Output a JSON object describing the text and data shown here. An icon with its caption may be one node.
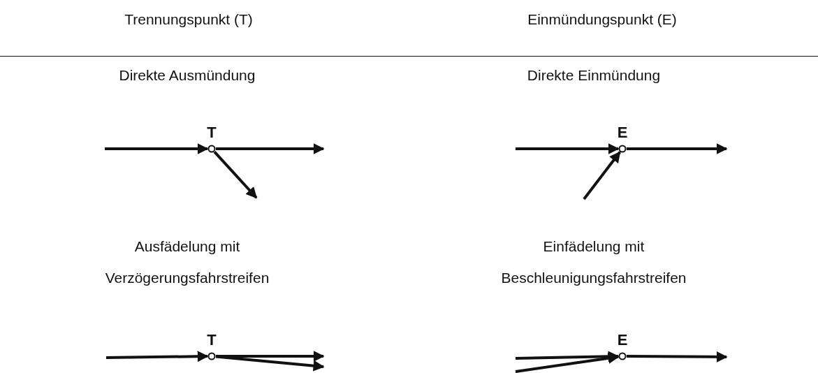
{
  "diagram": {
    "nodes": [
      {
        "text": [],
        "shape": "circle",
        "beside": [
          "T"
        ]
      },
      {
        "text": [],
        "shape": "circle",
        "beside": [
          "E"
        ]
      },
      {
        "text": [],
        "shape": "circle",
        "beside": [
          "T"
        ]
      },
      {
        "text": [],
        "shape": "circle",
        "beside": [
          "E"
        ]
      }
    ],
    "edges": [
      {
        "from": null,
        "to": 0,
        "arrow": "to"
      },
      {
        "from": 0,
        "to": null,
        "arrow": "to"
      },
      {
        "from": 0,
        "to": null,
        "arrow": "to"
      },
      {
        "from": null,
        "to": 1,
        "arrow": "to"
      },
      {
        "from": null,
        "to": 1,
        "arrow": "to"
      },
      {
        "from": 1,
        "to": null,
        "arrow": "to"
      },
      {
        "from": null,
        "to": 2,
        "arrow": "to"
      },
      {
        "from": 2,
        "to": null,
        "arrow": "to"
      },
      {
        "from": 2,
        "to": null,
        "arrow": "to"
      },
      {
        "from": null,
        "to": 3,
        "arrow": "to"
      },
      {
        "from": null,
        "to": 3,
        "arrow": "to"
      },
      {
        "from": 3,
        "to": null,
        "arrow": "to"
      }
    ],
    "labels": [
      "Trennungspunkt (T)",
      "Einmündungspunkt (E)",
      "Direkte Ausmündung",
      "Direkte Einmündung",
      "Ausfädelung mit Verzögerungsfahrstreifen",
      "Einfädelung mit Beschleunigungsfahrstreifen"
    ]
  }
}
